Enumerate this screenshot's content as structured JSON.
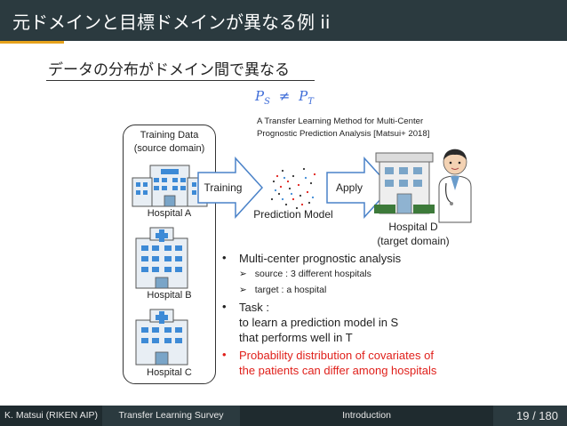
{
  "header": {
    "title": "元ドメインと目標ドメインが異なる例 ii"
  },
  "slide": {
    "subtitle": "データの分布がドメイン間で異なる",
    "formula": {
      "left": "P",
      "left_sub": "S",
      "op": "≠",
      "right": "P",
      "right_sub": "T"
    },
    "reference_line1": "A Transfer Learning Method for Multi-Center",
    "reference_line2": "Prognostic Prediction Analysis [Matsui+ 2018]",
    "training_box": {
      "title_line1": "Training Data",
      "title_line2": "(source domain)"
    },
    "hospitals": {
      "a": "Hospital A",
      "b": "Hospital B",
      "c": "Hospital C",
      "d": "Hospital D",
      "d_domain": "(target domain)"
    },
    "arrows": {
      "training": "Training",
      "apply": "Apply"
    },
    "model_label": "Prediction Model",
    "bullets": {
      "b1": "Multi-center prognostic analysis",
      "b1_sub1": "source : 3 different hospitals",
      "b1_sub2": "target : a hospital",
      "b2_line1": "Task :",
      "b2_line2": "to learn a prediction model in S",
      "b2_line3": "that performs well in T",
      "b3_line1": "Probability distribution of covariates of",
      "b3_line2": "the patients can differ among hospitals",
      "dot": "•",
      "arrowhead": "➢"
    }
  },
  "footer": {
    "author": "K. Matsui (RIKEN AIP)",
    "talk": "Transfer Learning Survey",
    "section": "Introduction",
    "page": "19 / 180"
  },
  "colors": {
    "header_bg": "#2b3a3f",
    "accent": "#e6a21c",
    "formula": "#3f6dd8",
    "highlight_red": "#e0201b",
    "arrow_fill": "#4a82c8",
    "building_blue": "#3d8ad6"
  }
}
